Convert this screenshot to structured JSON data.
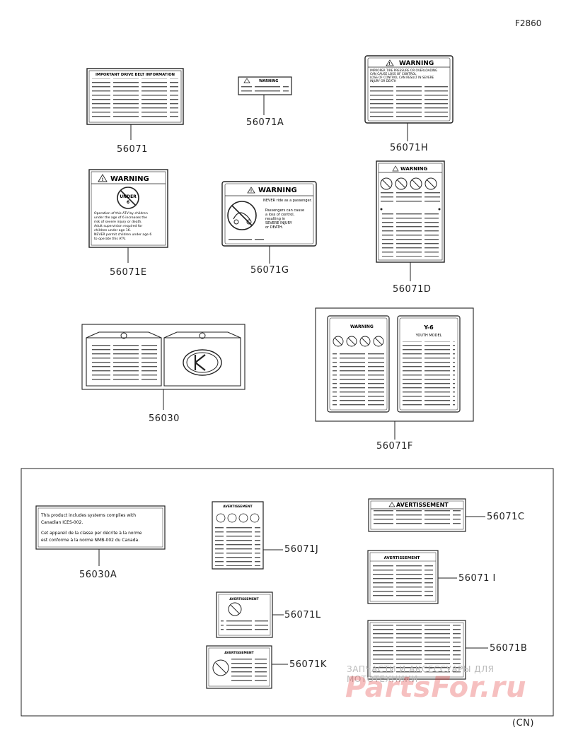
{
  "figure_ref": "F2860",
  "region": "(CN)",
  "watermark": {
    "line1": "ЗАПЧАСТИ И АКСЕССУАРЫ ДЛЯ МОТОТЕХНИКИ",
    "line2": "PartsFor.ru"
  },
  "labels": {
    "p56071": "56071",
    "p56071A": "56071A",
    "p56071H": "56071H",
    "p56071E": "56071E",
    "p56071G": "56071G",
    "p56071D": "56071D",
    "p56030": "56030",
    "p56071F": "56071F",
    "p56030A": "56030A",
    "p56071J": "56071J",
    "p56071C": "56071C",
    "p56071I": "56071 I",
    "p56071L": "56071L",
    "p56071B": "56071B",
    "p56071K": "56071K"
  },
  "decal_text": {
    "h1_title": "IMPORTANT DRIVE BELT INFORMATION",
    "a_title": "WARNING",
    "h_title": "WARNING",
    "h_l1": "IMPROPER TIRE PRESSURE OR OVERLOADING",
    "h_l2": "CAN CAUSE LOSS OF CONTROL",
    "h_l3": "LOSS OF CONTROL CAN RESULT IN SEVERE",
    "h_l4": "INJURY OR DEATH",
    "e_title": "WARNING",
    "e_under": "UNDER",
    "e_under2": "6",
    "e_l1": "Operation of this ATV by children",
    "e_l2": "under the age of 6 increases the",
    "e_l3": "risk of severe injury or death.",
    "e_l4": "Adult supervision required for",
    "e_l5": "children under age 16.",
    "e_l6": "NEVER permit children under age 6",
    "e_l7": "to operate this ATV.",
    "g_title": "WARNING",
    "g_l1": "NEVER ride as a passenger.",
    "g_l2": "Passengers can cause",
    "g_l3": "a loss of control,",
    "g_l4": "resulting in",
    "g_l5": "SEVERE INJURY",
    "g_l6": "or DEATH.",
    "d_title": "WARNING",
    "f_title1": "WARNING",
    "f_title2": "Y-6",
    "f_sub2": "YOUTH MODEL",
    "c_title": "AVERTISSEMENT",
    "i_title": "AVERTISSEMENT",
    "l_title": "AVERTISSEMENT",
    "k_title": "AVERTISSEMENT",
    "j_title": "AVERTISSEMENT",
    "a30_l1": "This product includes systems complies with",
    "a30_l2": "Canadian ICES-002.",
    "a30_l3": "Cet appareil de la classe per décrite à la norme",
    "a30_l4": "est conforme à la norme NMB-002 du Canada."
  }
}
